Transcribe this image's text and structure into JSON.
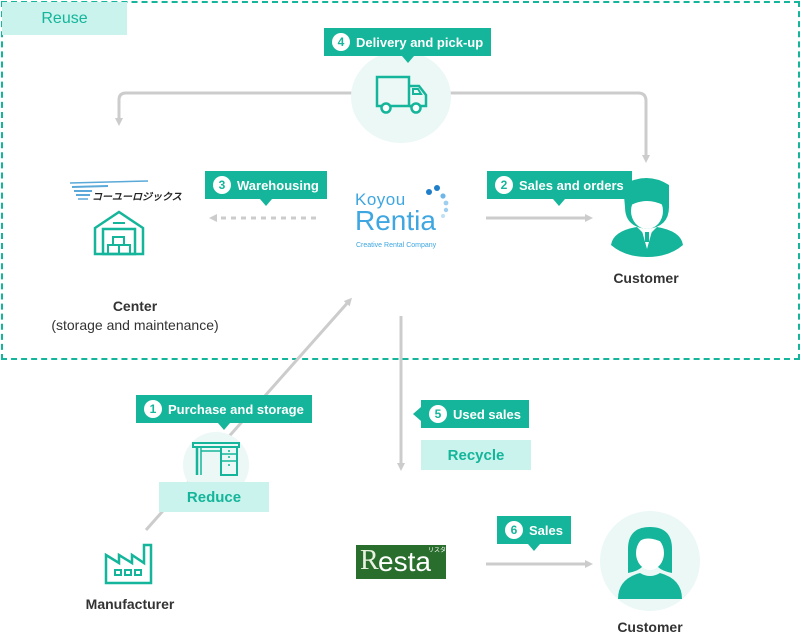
{
  "zones": {
    "reuse_label": "Reuse"
  },
  "steps": [
    {
      "num": "1",
      "label": "Purchase and storage"
    },
    {
      "num": "2",
      "label": "Sales and orders"
    },
    {
      "num": "3",
      "label": "Warehousing"
    },
    {
      "num": "4",
      "label": "Delivery and pick-up"
    },
    {
      "num": "5",
      "label": "Used sales"
    },
    {
      "num": "6",
      "label": "Sales"
    }
  ],
  "tags": {
    "reduce": "Reduce",
    "recycle": "Recycle"
  },
  "nodes": {
    "center": {
      "line1": "Center",
      "line2": "(storage and maintenance)",
      "logo_text": "コーユーロジックス"
    },
    "customer_top": {
      "label": "Customer"
    },
    "customer_bottom": {
      "label": "Customer"
    },
    "manufacturer": {
      "label": "Manufacturer"
    },
    "rentia": {
      "logo_top": "Koyou",
      "logo_main": "Rentia",
      "tagline": "Creative Rental Company"
    },
    "resta": {
      "logo_r": "R",
      "logo_main": "esta",
      "logo_kana": "リスタ"
    }
  },
  "colors": {
    "accent": "#14b59a",
    "light": "#c9f3ec",
    "arrow": "#cccccc"
  }
}
